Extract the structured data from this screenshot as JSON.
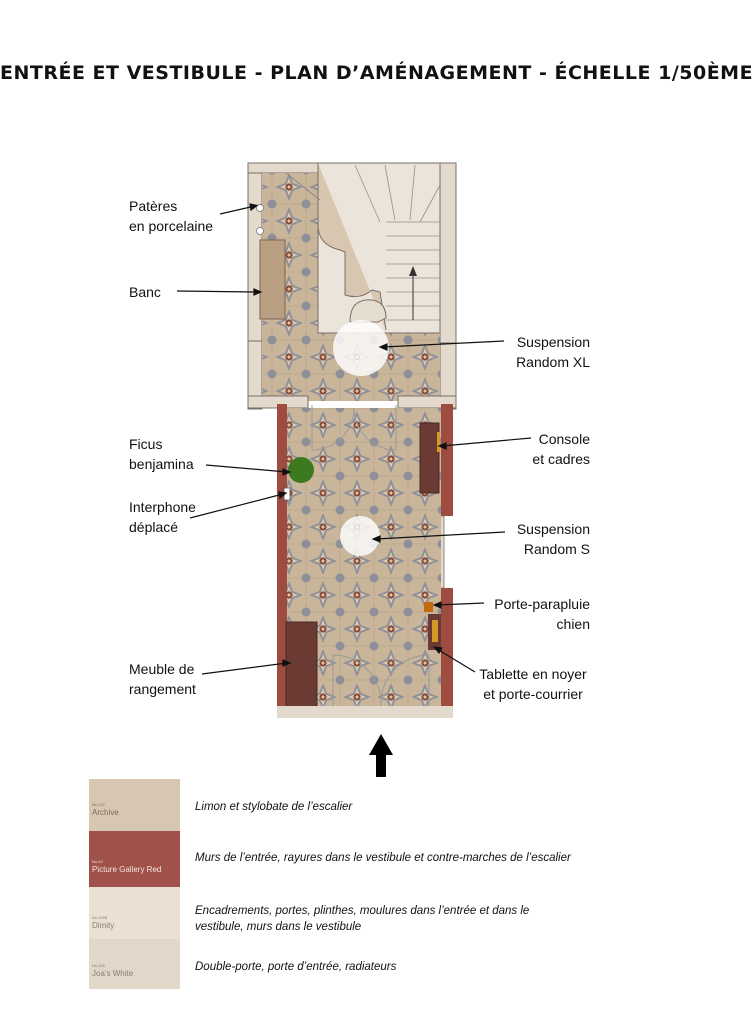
{
  "title": "Entrée et vestibule - Plan d’aménagement - Échelle 1/50ème",
  "labels": {
    "pateres": [
      "Patères",
      "en porcelaine"
    ],
    "banc": [
      "Banc"
    ],
    "ficus": [
      "Ficus",
      "benjamina"
    ],
    "interphone": [
      "Interphone",
      "déplacé"
    ],
    "meuble": [
      "Meuble de",
      "rangement"
    ],
    "suspension_xl": [
      "Suspension",
      "Random XL"
    ],
    "console": [
      "Console",
      "et cadres"
    ],
    "suspension_s": [
      "Suspension",
      "Random S"
    ],
    "porte_parapluie": [
      "Porte-parapluie",
      "chien"
    ],
    "tablette": [
      "Tablette en noyer",
      "et porte-courrier"
    ]
  },
  "colors": {
    "tile_base": "#c9b59a",
    "tile_motif": "#8e8f98",
    "tile_accent": "#8a4a36",
    "wall_red": "#9e4b40",
    "furniture_dark": "#6b3a33",
    "bench": "#b9a082",
    "plant": "#3d7a1f",
    "umbrella": "#c46a10",
    "console_accent": "#d39a2a"
  },
  "legend": [
    {
      "code": "No.227",
      "name": "Archive",
      "color": "#d7c6b2",
      "text_color": "#7a6a5a",
      "description": "Limon et stylobate de l’escalier"
    },
    {
      "code": "No.42",
      "name": "Picture Gallery Red",
      "color": "#a0514a",
      "text_color": "#f4e6e2",
      "description": "Murs de l’entrée, rayures dans le vestibule et contre-marches de l’escalier"
    },
    {
      "code": "No.2008",
      "name": "Dimity",
      "color": "#ece0d5",
      "text_color": "#8a7d72",
      "description": "Encadrements, portes, plinthes, moulures dans l’entrée et dans le vestibule, murs dans le vestibule"
    },
    {
      "code": "No.226",
      "name": "Joa’s White",
      "color": "#e2d8ca",
      "text_color": "#8a7d72",
      "description": "Double-porte, porte d’entrée, radiateurs"
    }
  ]
}
